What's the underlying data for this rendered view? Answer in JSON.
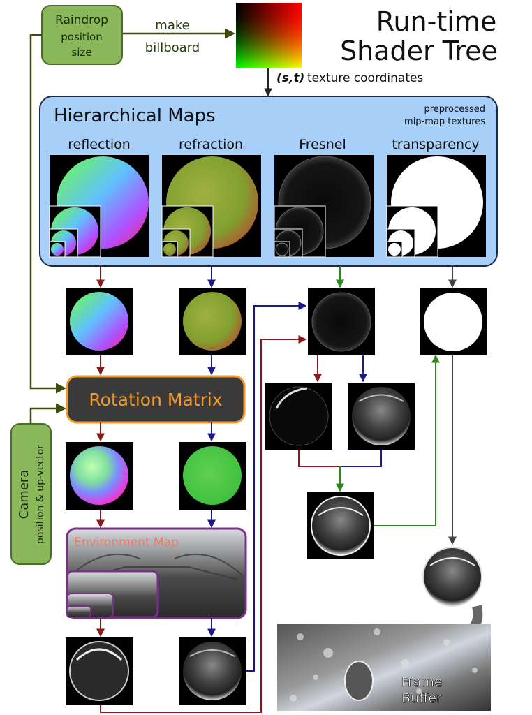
{
  "title": {
    "line1": "Run-time",
    "line2": "Shader Tree"
  },
  "raindrop": {
    "line1": "Raindrop",
    "line2": "position",
    "line3": "size"
  },
  "billboard": {
    "line1": "make",
    "line2": "billboard"
  },
  "texcoord": {
    "st": "(s,t)",
    "label": "texture coordinates"
  },
  "hier": {
    "title": "Hierarchical Maps",
    "note1": "preprocessed",
    "note2": "mip-map textures",
    "maps": [
      "reflection",
      "refraction",
      "Fresnel",
      "transparency"
    ]
  },
  "rotation": {
    "label": "Rotation Matrix"
  },
  "camera": {
    "line1": "Camera",
    "line2": "position & up-vector"
  },
  "envmap": {
    "label": "Environment Map"
  },
  "framebuffer": {
    "line1": "Frame",
    "line2": "Buffer"
  },
  "colors": {
    "red_arrow": "#8c1a1a",
    "blue_arrow": "#1a1a8c",
    "green_arrow": "#2a8a1a",
    "gray_arrow": "#444444",
    "olive_arrow": "#3d4d10",
    "hier_fill": "#a8cff8",
    "rotation_fill": "#3a3a3a",
    "rotation_text": "#f39a2b",
    "rotation_border": "#f39a2b",
    "green_box": "#8ab75a",
    "env_border": "#7a2f8a",
    "env_label": "#f07a6a"
  }
}
